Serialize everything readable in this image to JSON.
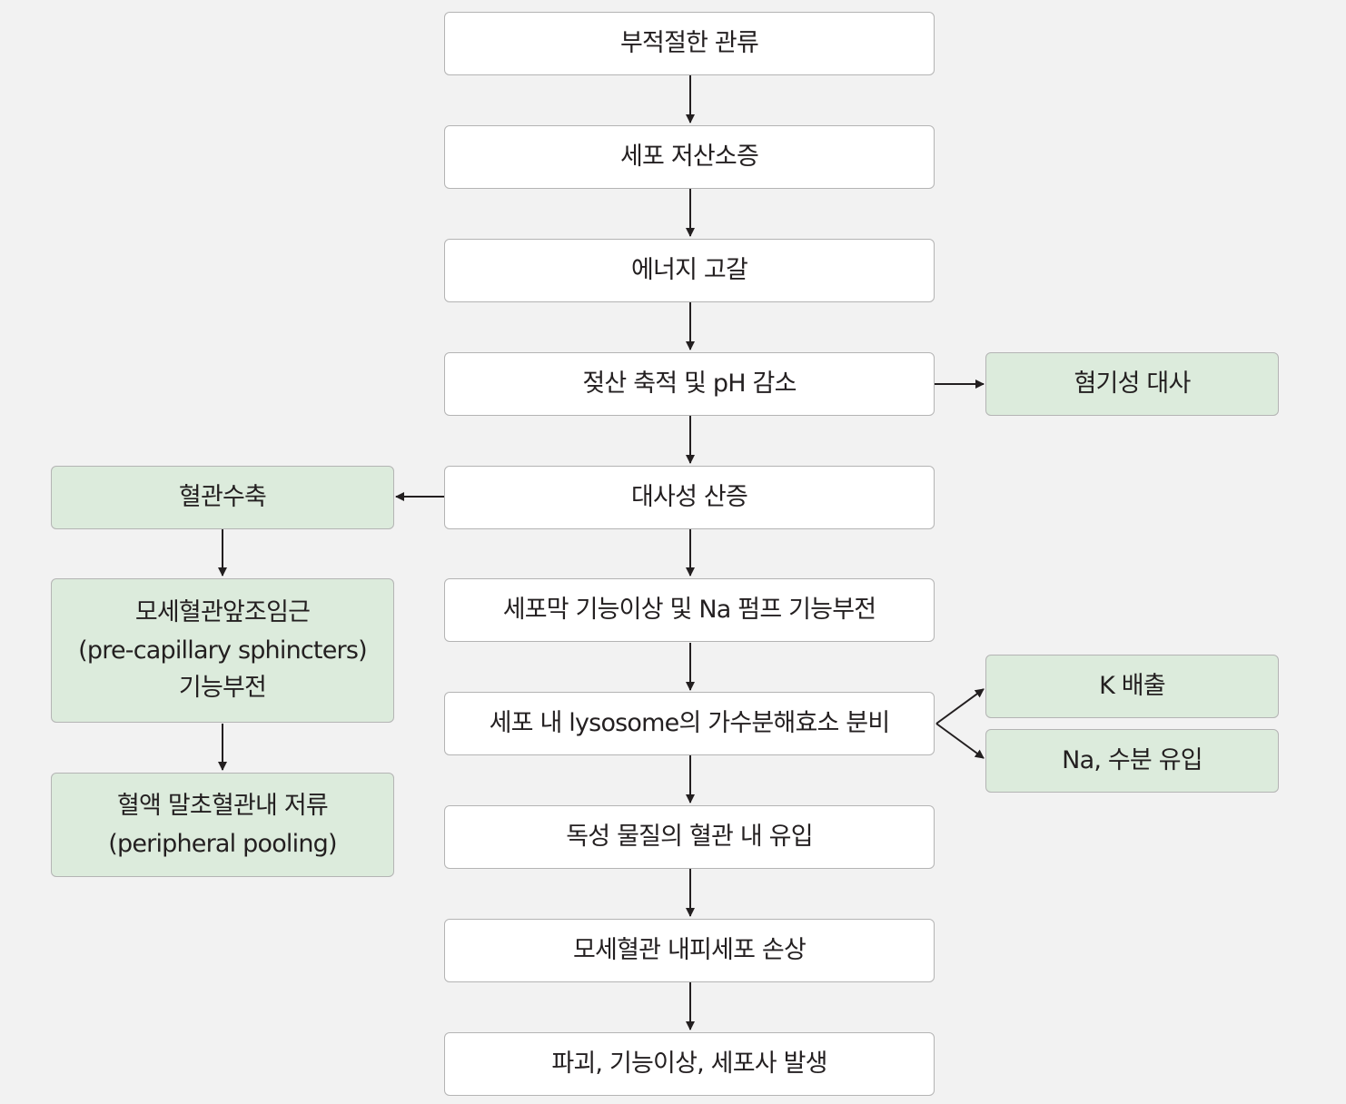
{
  "diagram": {
    "main_flow": [
      "부적절한 관류",
      "세포 저산소증",
      "에너지 고갈",
      "젖산 축적 및 pH 감소",
      "대사성 산증",
      "세포막 기능이상 및 Na 펌프 기능부전",
      "세포 내 lysosome의 가수분해효소 분비",
      "독성 물질의 혈관 내 유입",
      "모세혈관 내피세포 손상",
      "파괴, 기능이상, 세포사 발생"
    ],
    "left_branch": [
      "혈관수축",
      "모세혈관앞조임근\n(pre-capillary sphincters)\n기능부전",
      "혈액 말초혈관내 저류\n(peripheral pooling)"
    ],
    "right_branches": {
      "anaerobic": "혐기성 대사",
      "k_excretion": "K 배출",
      "na_influx": "Na, 수분 유입"
    },
    "colors": {
      "background": "#f2f2f2",
      "main_box": "#ffffff",
      "side_box": "#dcebdc",
      "border": "#b4b4b4",
      "arrow": "#231f20"
    }
  }
}
